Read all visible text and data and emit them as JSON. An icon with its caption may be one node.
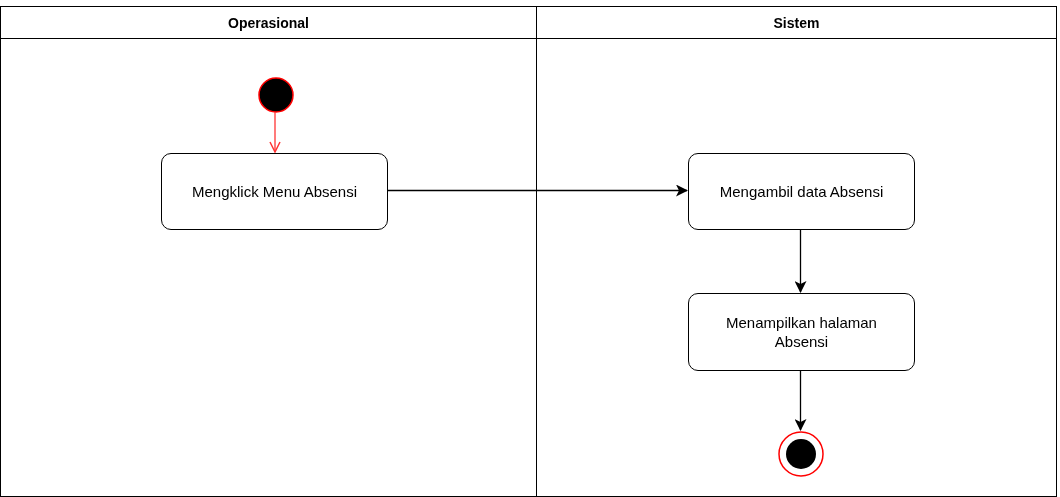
{
  "diagram": {
    "nodes": [
      {
        "text": [
          "Operasional"
        ]
      },
      {
        "text": [
          "Sistem"
        ]
      },
      {
        "text": [],
        "shape": "circle",
        "in": 0
      },
      {
        "text": [
          "Mengklick Menu Absensi"
        ],
        "in": 0
      },
      {
        "text": [
          "Mengambil data Absensi"
        ],
        "in": 1
      },
      {
        "text": [
          "Menampilkan halaman Absensi"
        ],
        "in": 1
      },
      {
        "text": [],
        "shape": "circle",
        "in": 1
      }
    ],
    "edges": [
      {
        "from": 2,
        "to": 3,
        "arrow": "to",
        "color": "#ff3333"
      },
      {
        "from": 3,
        "to": 4,
        "arrow": "to"
      },
      {
        "from": 4,
        "to": 5,
        "arrow": "to"
      },
      {
        "from": 5,
        "to": 6,
        "arrow": "to"
      }
    ]
  }
}
